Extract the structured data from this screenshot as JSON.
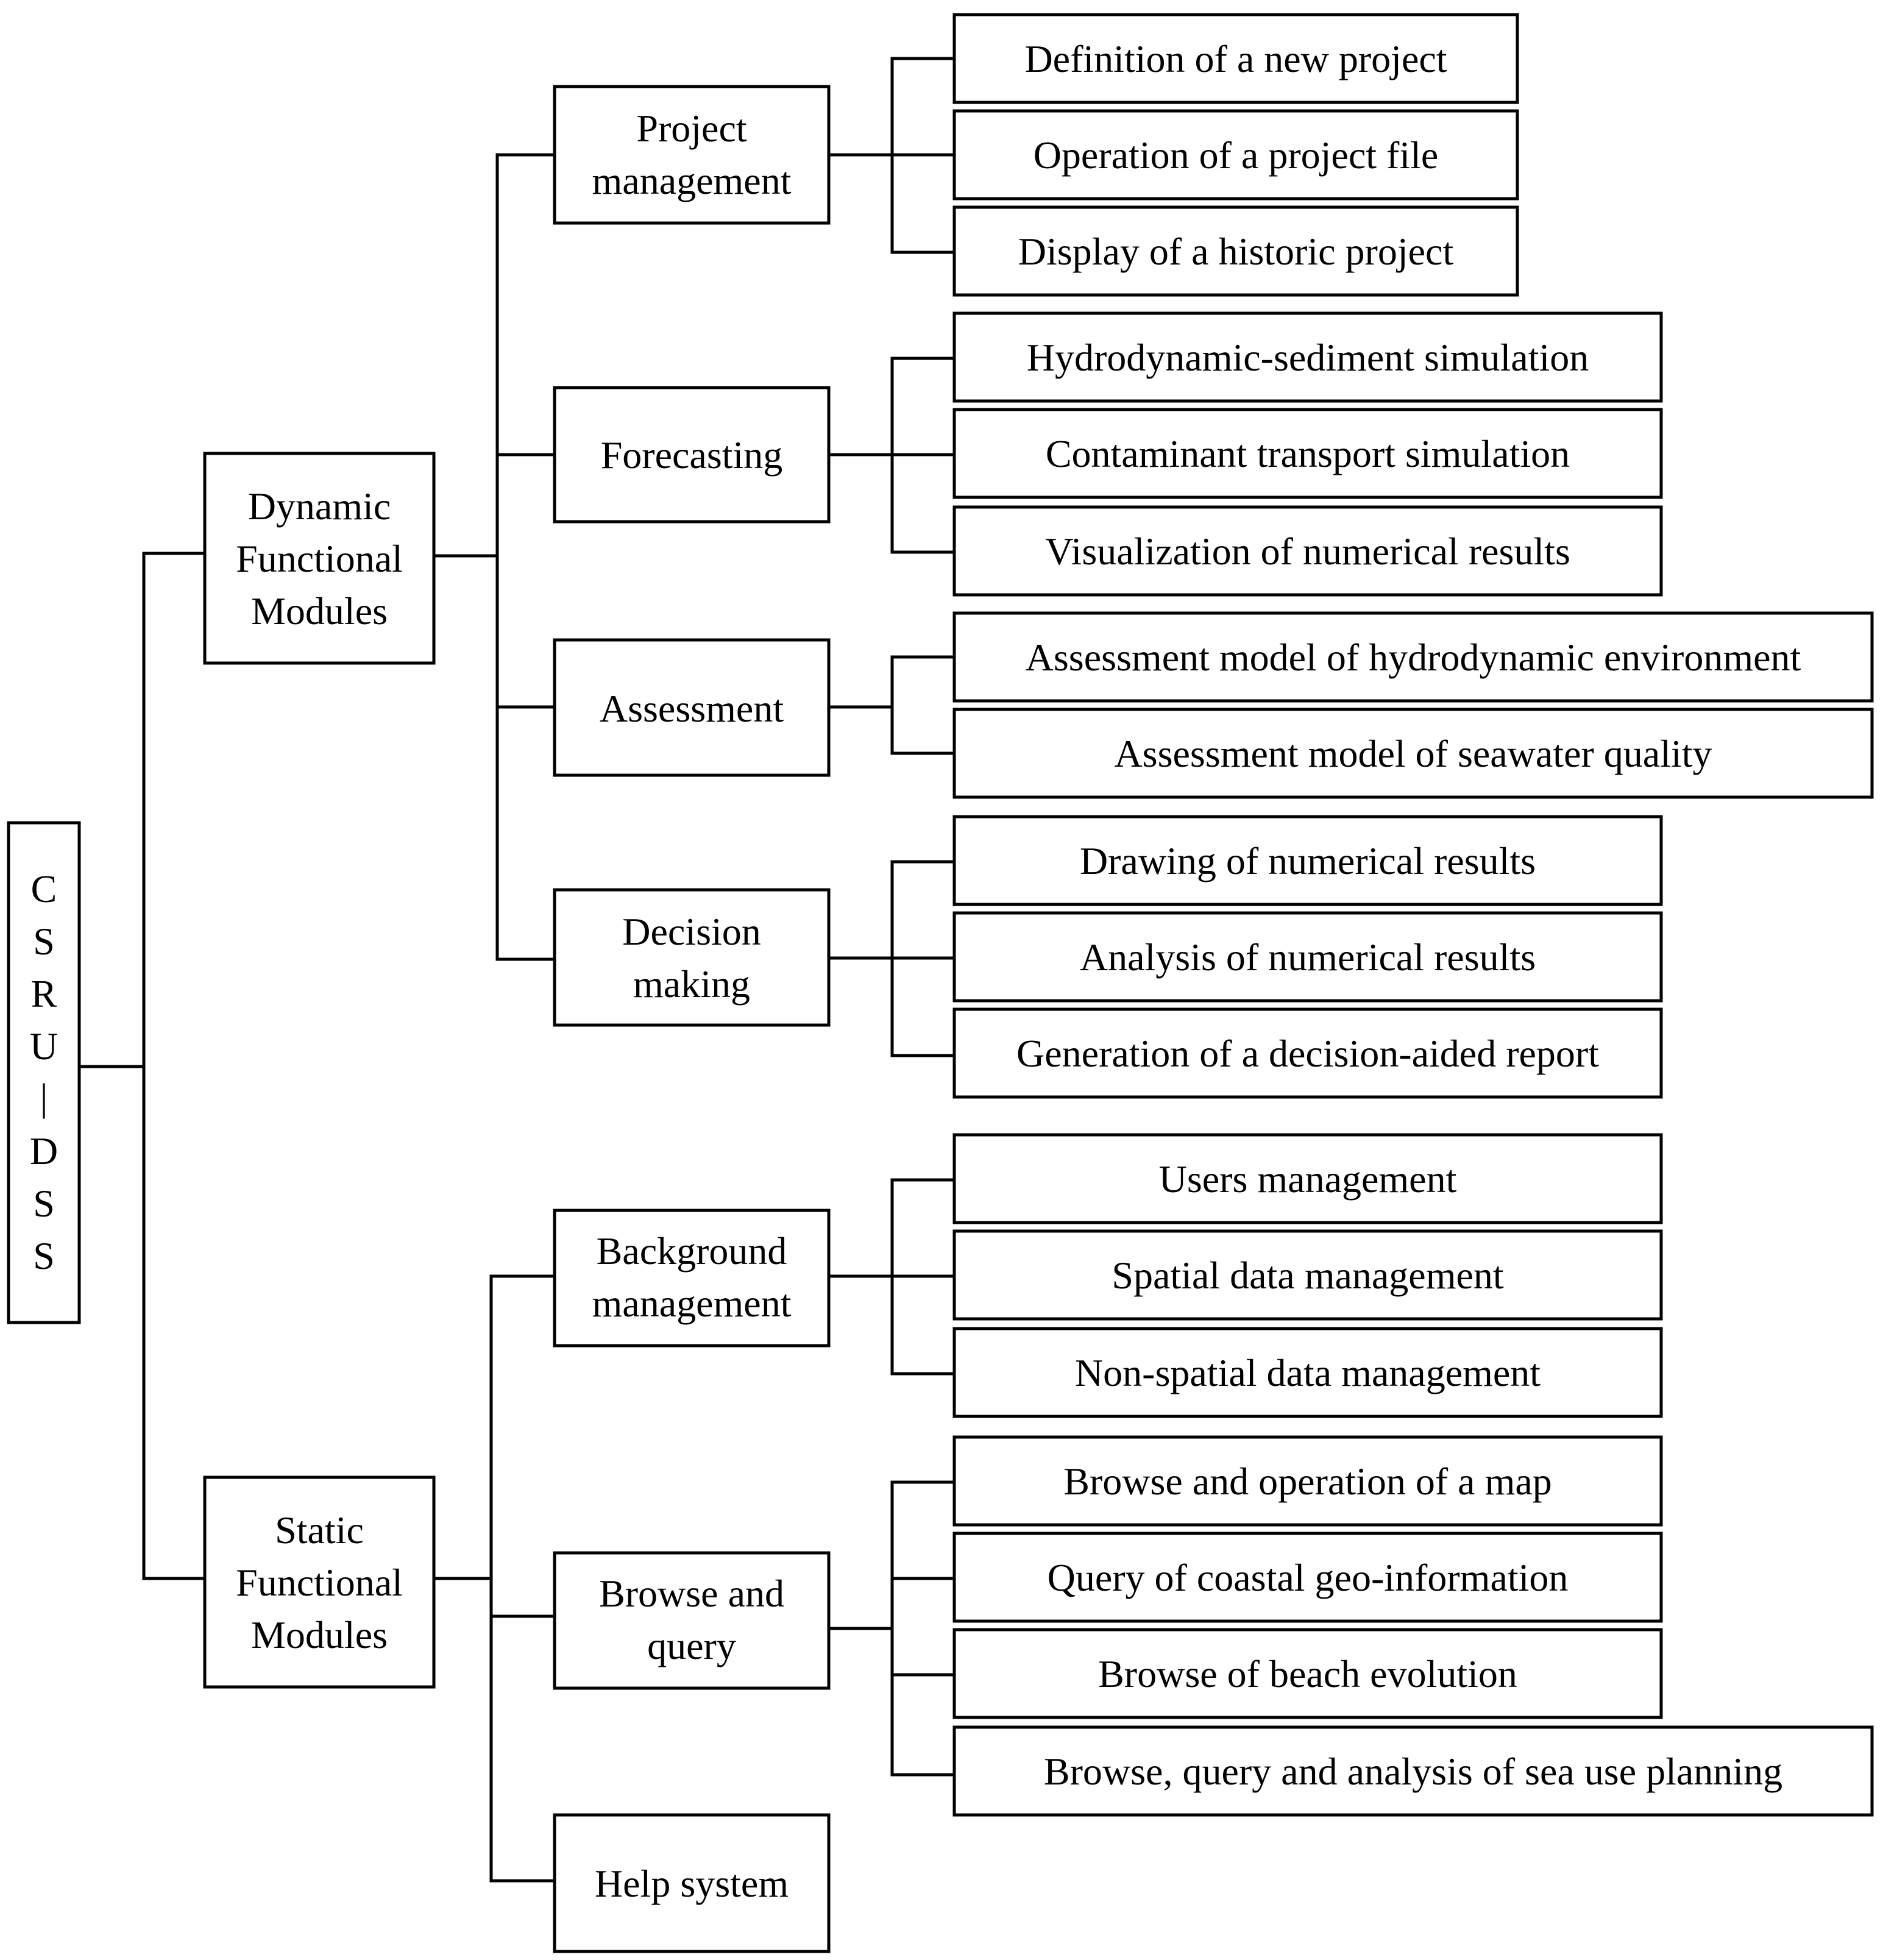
{
  "root": {
    "letters": [
      "C",
      "S",
      "R",
      "U",
      "|",
      "D",
      "S",
      "S"
    ]
  },
  "groups": [
    {
      "lines": [
        "Dynamic",
        "Functional",
        "Modules"
      ]
    },
    {
      "lines": [
        "Static",
        "Functional",
        "Modules"
      ]
    }
  ],
  "modules": [
    {
      "lines": [
        "Project",
        "management"
      ],
      "items": [
        "Definition of a new project",
        "Operation of a project file",
        "Display of a historic project"
      ]
    },
    {
      "lines": [
        "Forecasting"
      ],
      "items": [
        "Hydrodynamic-sediment simulation",
        "Contaminant transport simulation",
        "Visualization of numerical results"
      ]
    },
    {
      "lines": [
        "Assessment"
      ],
      "items": [
        "Assessment model of hydrodynamic environment",
        "Assessment model of seawater quality"
      ]
    },
    {
      "lines": [
        "Decision",
        "making"
      ],
      "items": [
        "Drawing of numerical results",
        "Analysis of numerical results",
        "Generation of a decision-aided report"
      ]
    },
    {
      "lines": [
        "Background",
        "management"
      ],
      "items": [
        "Users management",
        "Spatial data management",
        "Non-spatial data management"
      ]
    },
    {
      "lines": [
        "Browse and",
        "query"
      ],
      "items": [
        "Browse and operation of a map",
        "Query of coastal geo-information",
        "Browse of beach evolution",
        "Browse, query and analysis of sea use planning"
      ]
    },
    {
      "lines": [
        "Help system"
      ],
      "items": []
    }
  ]
}
